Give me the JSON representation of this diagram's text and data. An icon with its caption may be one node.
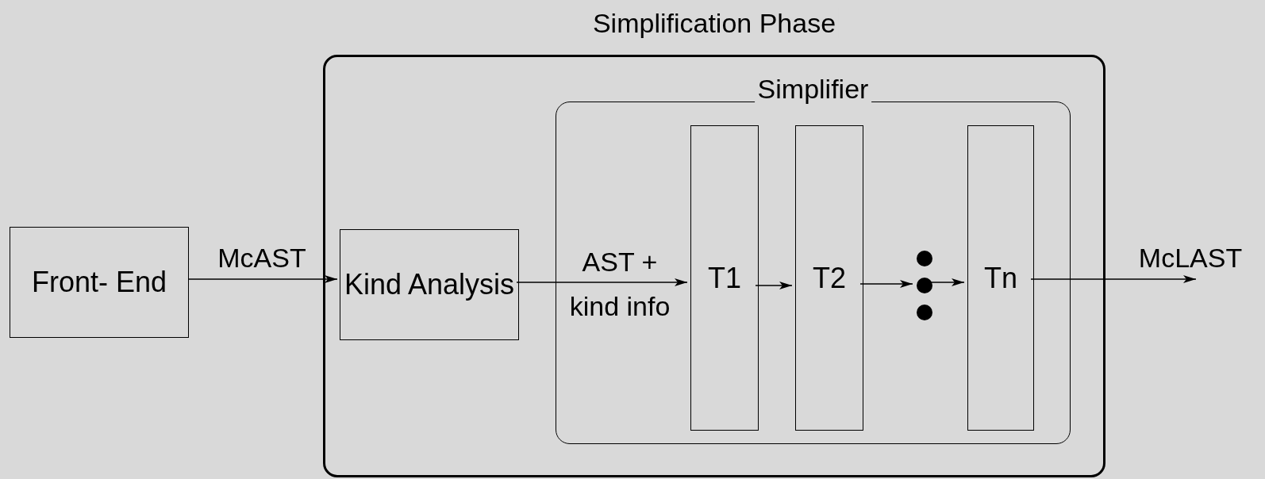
{
  "diagram": {
    "nodes": [
      {
        "text": [
          "Front- End"
        ]
      },
      {
        "text": [
          "Simplification Phase"
        ]
      },
      {
        "text": [
          "Kind Analysis"
        ],
        "in": 1
      },
      {
        "text": [
          "Simplifier"
        ],
        "in": 1
      },
      {
        "text": [
          "T1"
        ],
        "in": 3
      },
      {
        "text": [
          "T2"
        ],
        "in": 3
      },
      {
        "text": [],
        "shape": "ellipsis",
        "in": 3
      },
      {
        "text": [
          "Tn"
        ],
        "in": 3
      }
    ],
    "edges": [
      {
        "from": 0,
        "to": 2,
        "arrow": "to",
        "label": "McAST"
      },
      {
        "from": 2,
        "to": 4,
        "arrow": "to",
        "label": "AST + kind info"
      },
      {
        "from": 4,
        "to": 5,
        "arrow": "to"
      },
      {
        "from": 5,
        "to": 6,
        "arrow": "to"
      },
      {
        "from": 6,
        "to": 7,
        "arrow": "to"
      },
      {
        "from": 7,
        "to": null,
        "arrow": "to",
        "label": "McLAST"
      }
    ]
  }
}
